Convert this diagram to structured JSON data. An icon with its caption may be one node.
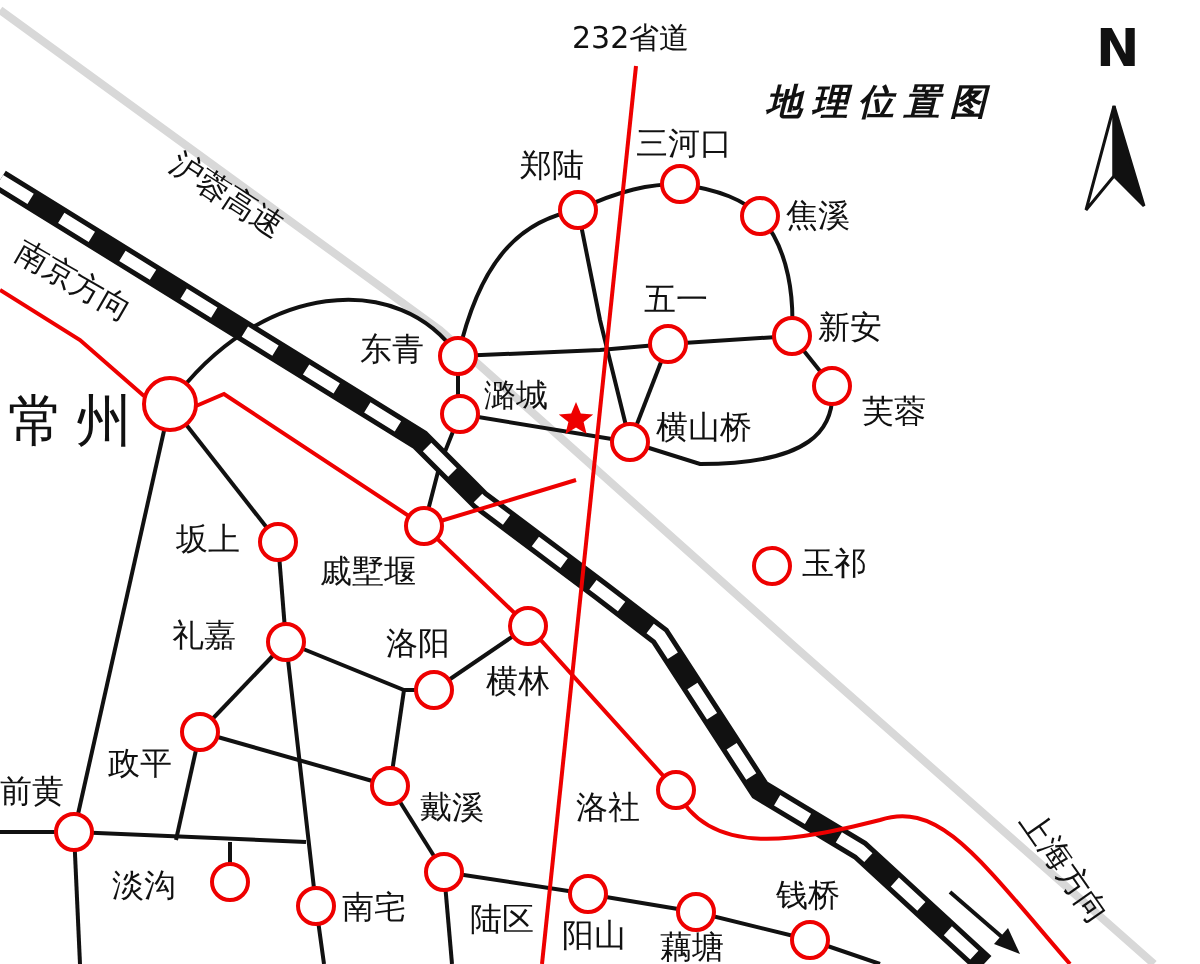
{
  "diagram": {
    "title": "地理位置图",
    "labels": [
      "232省道",
      "N",
      "沪蓉高速",
      "郑陆",
      "三河口",
      "焦溪",
      "南京方向",
      "东青",
      "五一",
      "新安",
      "潞城",
      "横山桥",
      "芙蓉",
      "常州",
      "坂上",
      "戚墅堰",
      "玉祁",
      "礼嘉",
      "洛阳",
      "横林",
      "政平",
      "前黄",
      "戴溪",
      "洛社",
      "淡沟",
      "南宅",
      "陆区",
      "阳山",
      "钱桥",
      "藕塘",
      "上海方向"
    ]
  }
}
